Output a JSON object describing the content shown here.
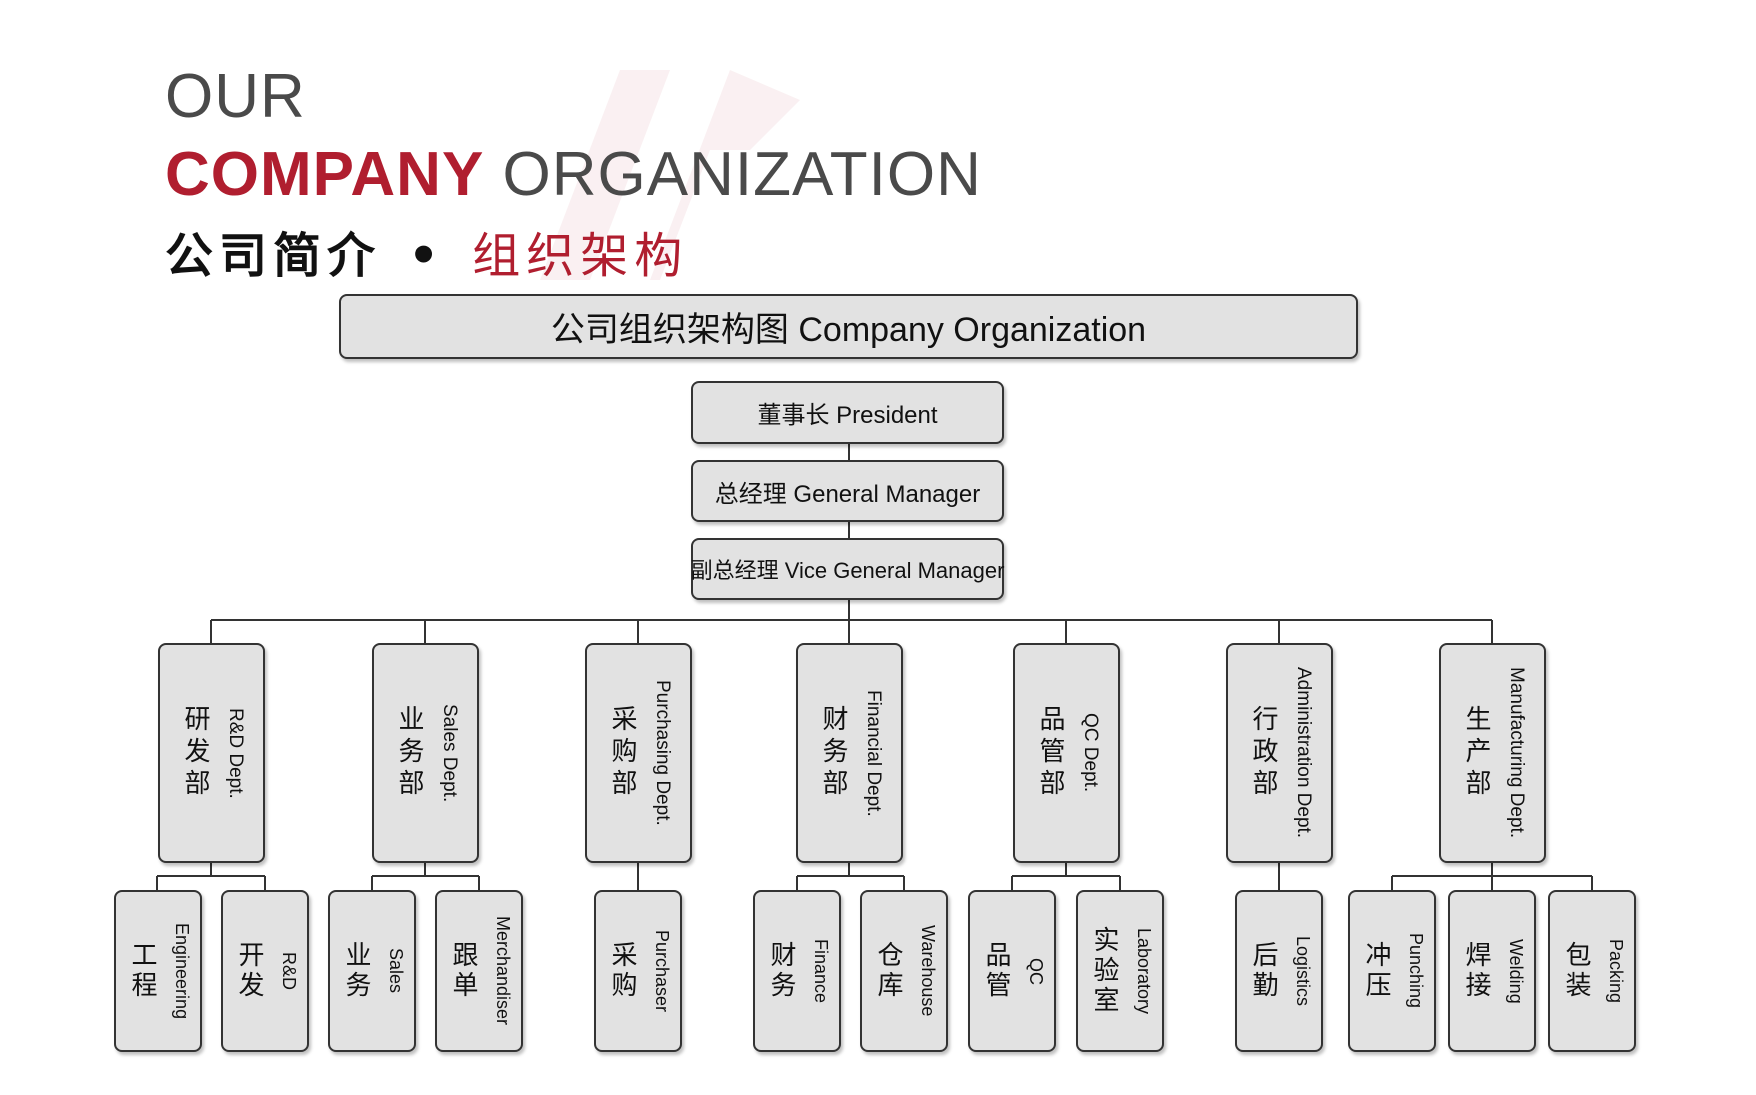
{
  "heading": {
    "line1": "OUR",
    "line2_accent": "COMPANY",
    "line2_rest": "ORGANIZATION",
    "cn_main": "公司简介",
    "cn_dot": "•",
    "cn_accent": "组织架构"
  },
  "colors": {
    "accent": "#b01e2f",
    "heading_gray": "#4a4a4a",
    "box_fill": "#e2e2e2",
    "box_border": "#333333",
    "line": "#333333"
  },
  "chart": {
    "title": "公司组织架构图 Company Organization",
    "levels": [
      {
        "label": "董事长 President"
      },
      {
        "label": "总经理 General Manager"
      },
      {
        "label": "副总经理 Vice General Manager"
      }
    ],
    "departments": [
      {
        "cn": "研发部",
        "en": "R&D Dept.",
        "subs": [
          {
            "cn": "工程",
            "en": "Engineering"
          },
          {
            "cn": "开发",
            "en": "R&D"
          }
        ]
      },
      {
        "cn": "业务部",
        "en": "Sales Dept.",
        "subs": [
          {
            "cn": "业务",
            "en": "Sales"
          },
          {
            "cn": "跟单",
            "en": "Merchandiser"
          }
        ]
      },
      {
        "cn": "采购部",
        "en": "Purchasing Dept.",
        "subs": [
          {
            "cn": "采购",
            "en": "Purchaser"
          }
        ]
      },
      {
        "cn": "财务部",
        "en": "Financial Dept.",
        "subs": [
          {
            "cn": "财务",
            "en": "Finance"
          },
          {
            "cn": "仓库",
            "en": "Warehouse"
          }
        ]
      },
      {
        "cn": "品管部",
        "en": "QC Dept.",
        "subs": [
          {
            "cn": "品管",
            "en": "QC"
          },
          {
            "cn": "实验室",
            "en": "Laboratory"
          }
        ]
      },
      {
        "cn": "行政部",
        "en": "Administration Dept.",
        "subs": [
          {
            "cn": "后勤",
            "en": "Logistics"
          }
        ]
      },
      {
        "cn": "生产部",
        "en": "Manufacturing Dept.",
        "subs": [
          {
            "cn": "冲压",
            "en": "Punching"
          },
          {
            "cn": "焊接",
            "en": "Welding"
          },
          {
            "cn": "包装",
            "en": "Packing"
          }
        ]
      }
    ]
  }
}
